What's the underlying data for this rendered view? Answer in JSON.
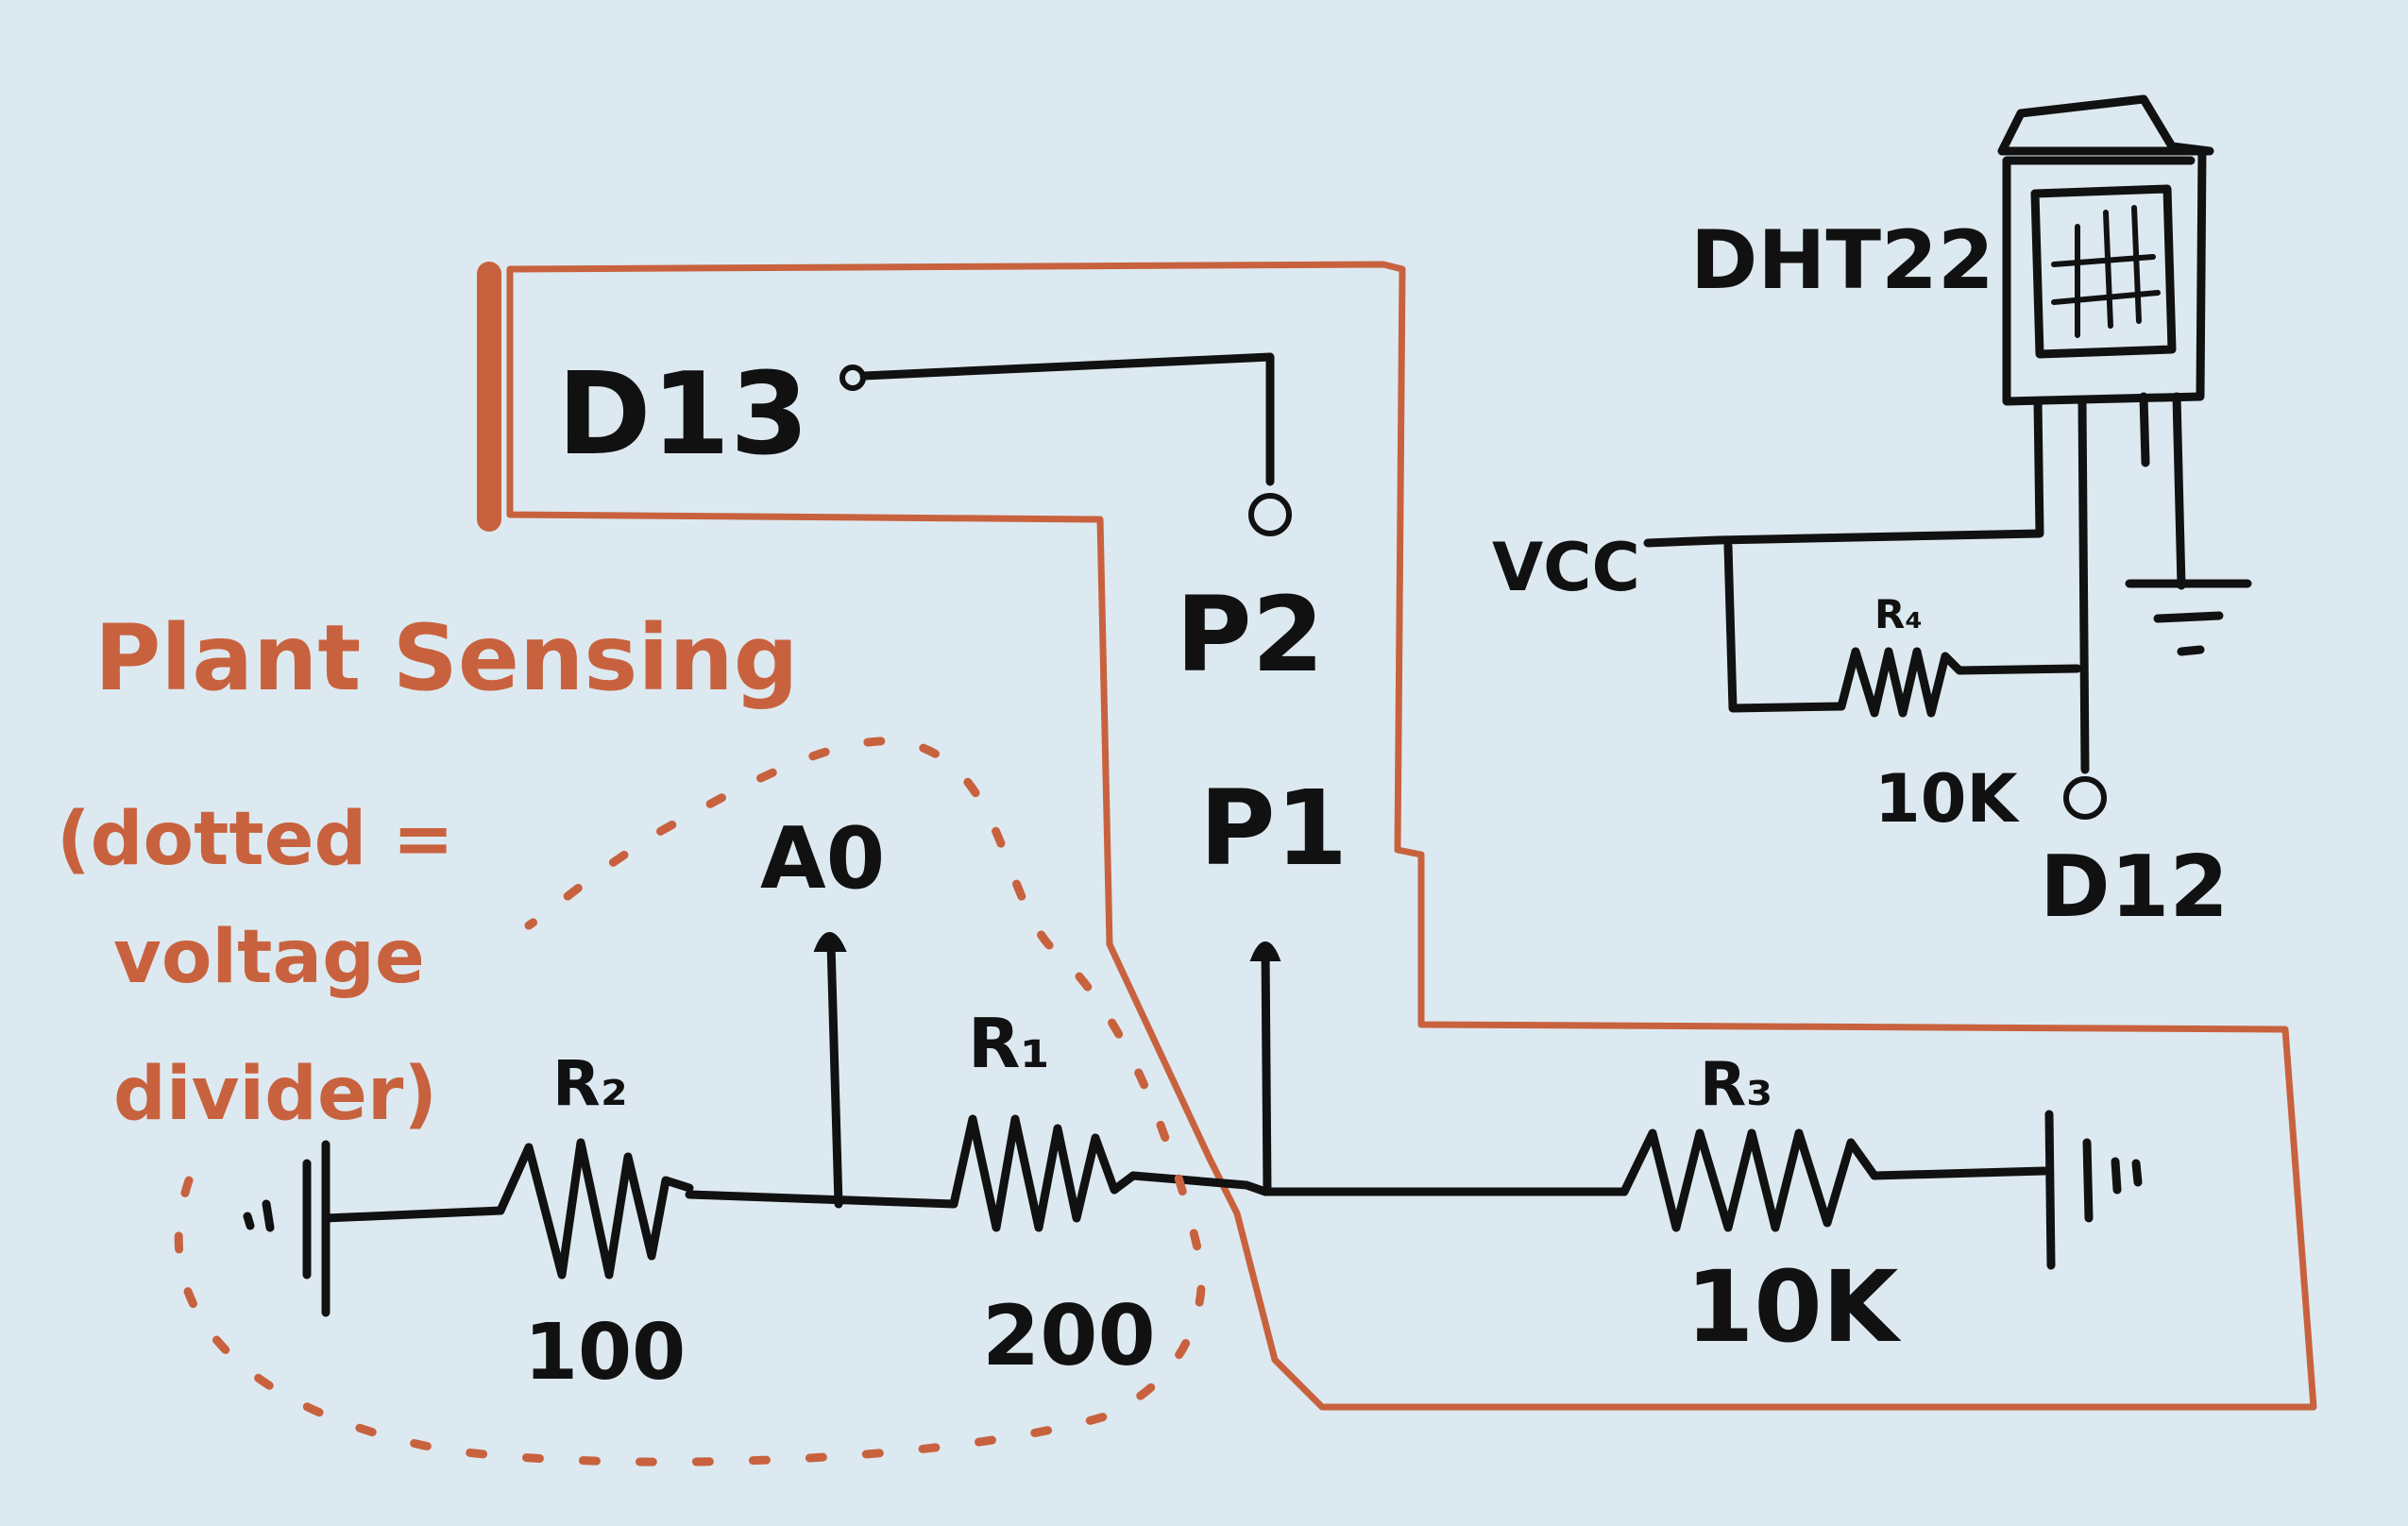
{
  "colors": {
    "ink": "#111111",
    "accent": "#c8623e",
    "paper": "#dde9f0"
  },
  "labels": {
    "d13": "D13",
    "p2": "P2",
    "p1": "P1",
    "a0": "A0",
    "r1": "R₁",
    "r1_value": "200",
    "r2": "R₂",
    "r2_value": "100",
    "r3": "R₃",
    "r3_value": "10K",
    "r4": "R₄",
    "r4_value": "10K",
    "dht": "DHT22",
    "vcc": "VCC",
    "d12": "D12",
    "plant_title": "Plant Sensing",
    "plant_note": [
      "(dotted =",
      "voltage",
      "divider)"
    ]
  }
}
